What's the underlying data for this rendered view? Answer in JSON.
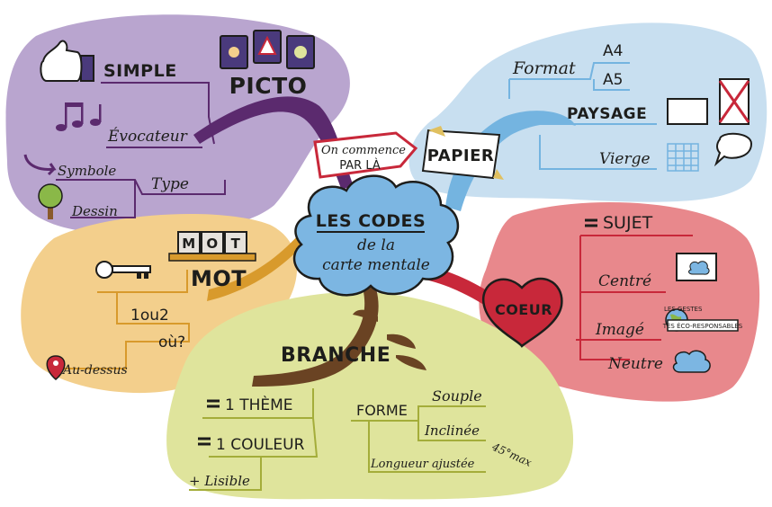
{
  "center": {
    "line1": "LES CODES",
    "line2": "de la",
    "line3": "carte mentale"
  },
  "start_sign": {
    "line1": "On commence",
    "line2": "PAR LÀ"
  },
  "picto": {
    "title": "PICTO",
    "simple": "SIMPLE",
    "evocateur": "Évocateur",
    "type": "Type",
    "symbole": "Symbole",
    "dessin": "Dessin"
  },
  "papier": {
    "title": "PAPIER",
    "format": "Format",
    "a4": "A4",
    "a5": "A5",
    "paysage": "PAYSAGE",
    "vierge": "Vierge"
  },
  "mot": {
    "title": "MOT",
    "tiles": [
      "M",
      "O",
      "T"
    ],
    "un_ou_deux": "1ou2",
    "ou": "où?",
    "au_dessus": "Au-dessus"
  },
  "coeur": {
    "title": "COEUR",
    "sujet": "SUJET",
    "centre": "Centré",
    "image": "Imagé",
    "neutre": "Neutre",
    "badge_top": "LES GESTES",
    "badge_main": "TES ÉCO-RESPONSABLES"
  },
  "branche": {
    "title": "BRANCHE",
    "theme": "1 THÈME",
    "couleur": "1 COULEUR",
    "lisible": "+ Lisible",
    "forme": "FORME",
    "souple": "Souple",
    "inclinee": "Inclinée",
    "angle": "45°max",
    "longueur": "Longueur ajustée"
  },
  "colors": {
    "purple_zone": "#b9a5cf",
    "blue_zone": "#c8dff0",
    "orange_zone": "#f3cf8c",
    "red_zone": "#e8888c",
    "green_zone": "#dfe49c",
    "cloud": "#7cb6e2",
    "purple_branch": "#5b2a6e",
    "blue_branch": "#74b4e0",
    "orange_branch": "#d89a2c",
    "red_branch": "#c8283a",
    "brown_branch": "#6a4323",
    "sujet_red": "#d6343b"
  }
}
